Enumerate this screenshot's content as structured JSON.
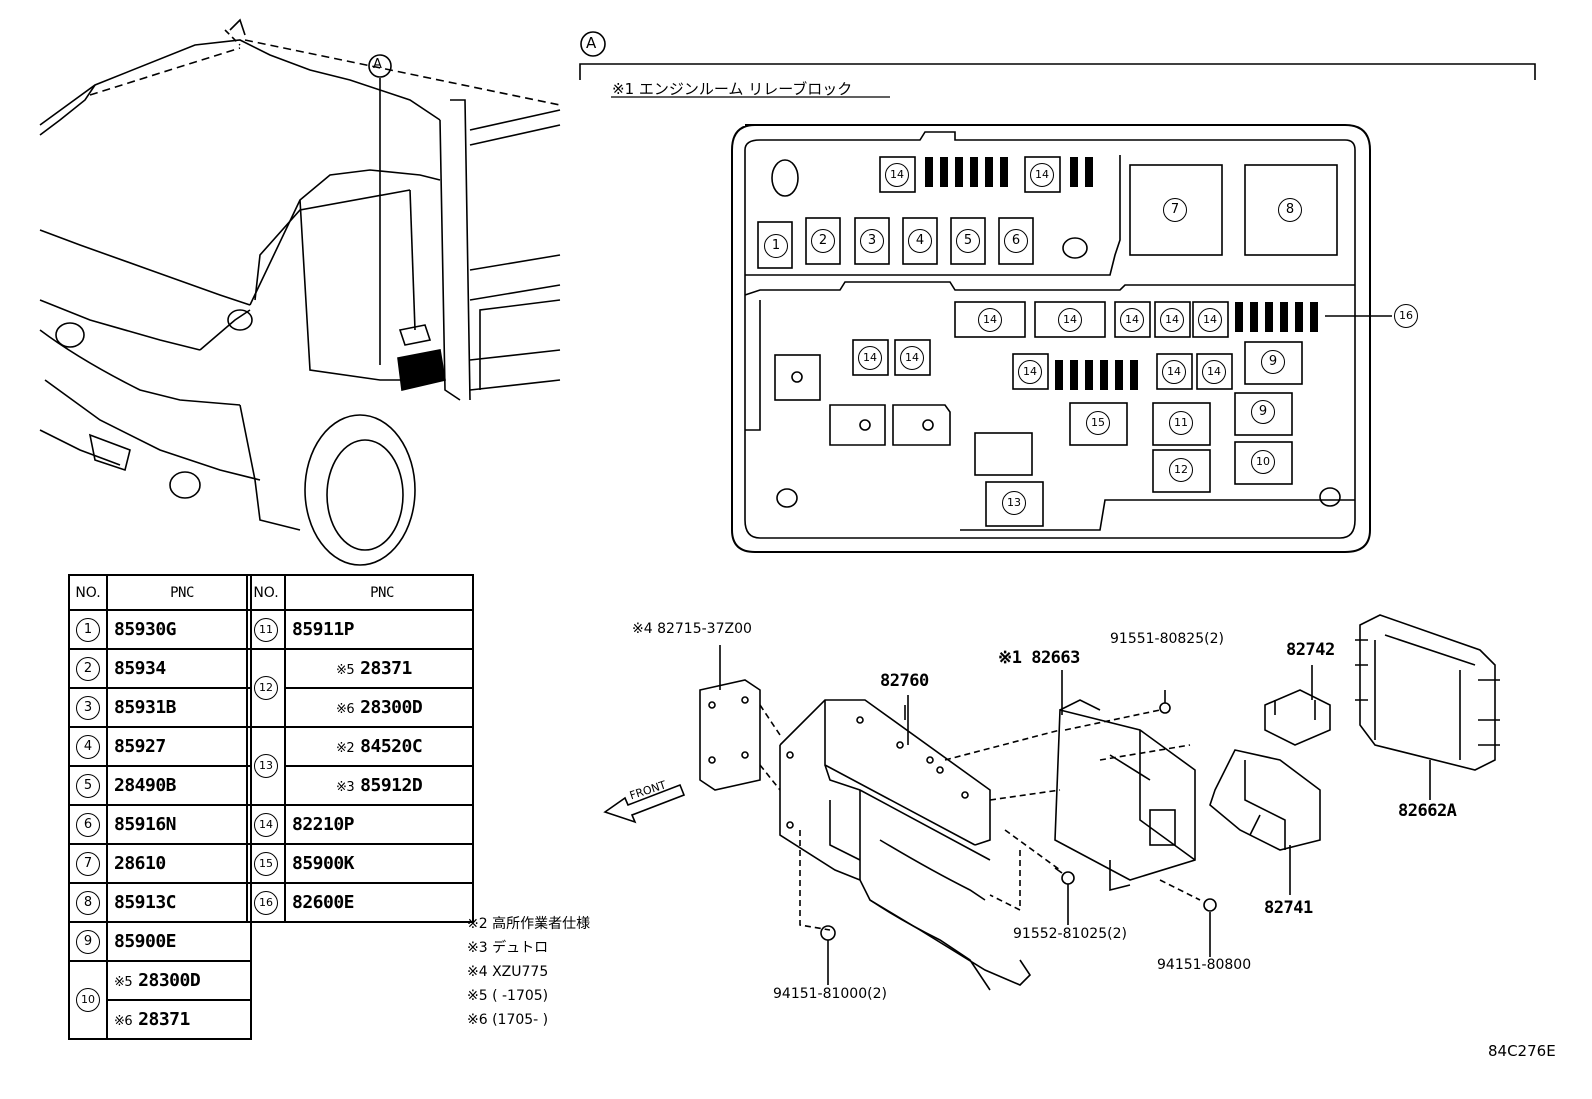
{
  "view_marker": "A",
  "relay_block": {
    "title": "※1 エンジンルーム リレーブロック",
    "slots": [
      "1",
      "2",
      "3",
      "4",
      "5",
      "6",
      "7",
      "8",
      "9",
      "9",
      "10",
      "11",
      "12",
      "13",
      "14",
      "15",
      "16"
    ]
  },
  "parts": {
    "p1": "※4 82715-37Z00",
    "p2": "82760",
    "p3": "※1 82663",
    "p4": "91551-80825(2)",
    "p5": "82742",
    "p6": "82662A",
    "p7": "82741",
    "p8": "91552-81025(2)",
    "p9": "94151-80800",
    "p10": "94151-81000(2)",
    "front": "FRONT"
  },
  "table": {
    "header": {
      "no": "NO.",
      "pnc": "PNC"
    },
    "left": [
      {
        "no": "1",
        "pnc": "85930G"
      },
      {
        "no": "2",
        "pnc": "85934"
      },
      {
        "no": "3",
        "pnc": "85931B"
      },
      {
        "no": "4",
        "pnc": "85927"
      },
      {
        "no": "5",
        "pnc": "28490B"
      },
      {
        "no": "6",
        "pnc": "85916N"
      },
      {
        "no": "7",
        "pnc": "28610"
      },
      {
        "no": "8",
        "pnc": "85913C"
      },
      {
        "no": "9",
        "pnc": "85900E"
      },
      {
        "no": "10",
        "sub1": "※5",
        "pnc1": "28300D",
        "sub2": "※6",
        "pnc2": "28371"
      }
    ],
    "right": [
      {
        "no": "11",
        "pnc": "85911P"
      },
      {
        "no": "12",
        "sub1": "※5",
        "pnc1": "28371",
        "sub2": "※6",
        "pnc2": "28300D"
      },
      {
        "no": "13",
        "sub1": "※2",
        "pnc1": "84520C",
        "sub2": "※3",
        "pnc2": "85912D"
      },
      {
        "no": "14",
        "pnc": "82210P"
      },
      {
        "no": "15",
        "pnc": "85900K"
      },
      {
        "no": "16",
        "pnc": "82600E"
      }
    ]
  },
  "notes": [
    "※2 高所作業者仕様",
    "※3 デュトロ",
    "※4 XZU775",
    "※5 (      -1705)",
    "※6 (1705-      )"
  ],
  "code": "84C276E"
}
